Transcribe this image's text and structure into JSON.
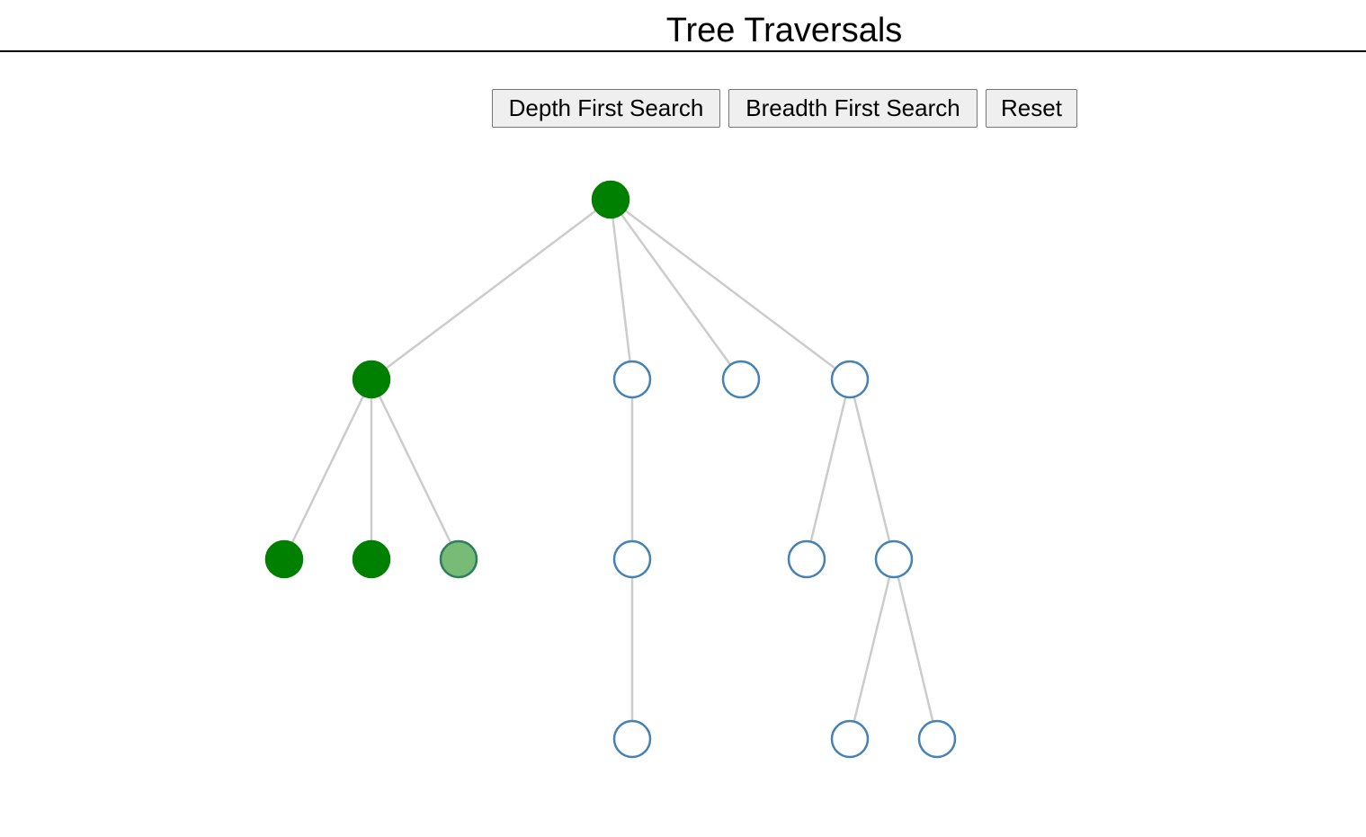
{
  "page": {
    "title": "Tree Traversals"
  },
  "controls": {
    "dfs_label": "Depth First Search",
    "bfs_label": "Breadth First Search",
    "reset_label": "Reset"
  },
  "colors": {
    "link": "#cccccc",
    "unvisited_stroke": "#4682b4",
    "unvisited_fill": "#ffffff",
    "visited_fill": "#008000",
    "current_fill": "#77bb77",
    "current_stroke": "#2e7d5b"
  },
  "tree": {
    "id": "root",
    "state": "visited",
    "children": [
      {
        "id": "a",
        "state": "visited",
        "children": [
          {
            "id": "a1",
            "state": "visited",
            "children": []
          },
          {
            "id": "a2",
            "state": "visited",
            "children": []
          },
          {
            "id": "a3",
            "state": "current",
            "children": []
          }
        ]
      },
      {
        "id": "b",
        "state": "unvisited",
        "children": [
          {
            "id": "b1",
            "state": "unvisited",
            "children": [
              {
                "id": "b1a",
                "state": "unvisited",
                "children": []
              }
            ]
          }
        ]
      },
      {
        "id": "c",
        "state": "unvisited",
        "children": []
      },
      {
        "id": "d",
        "state": "unvisited",
        "children": [
          {
            "id": "d1",
            "state": "unvisited",
            "children": []
          },
          {
            "id": "d2",
            "state": "unvisited",
            "children": [
              {
                "id": "d2a",
                "state": "unvisited",
                "children": []
              },
              {
                "id": "d2b",
                "state": "unvisited",
                "children": []
              }
            ]
          }
        ]
      }
    ]
  }
}
